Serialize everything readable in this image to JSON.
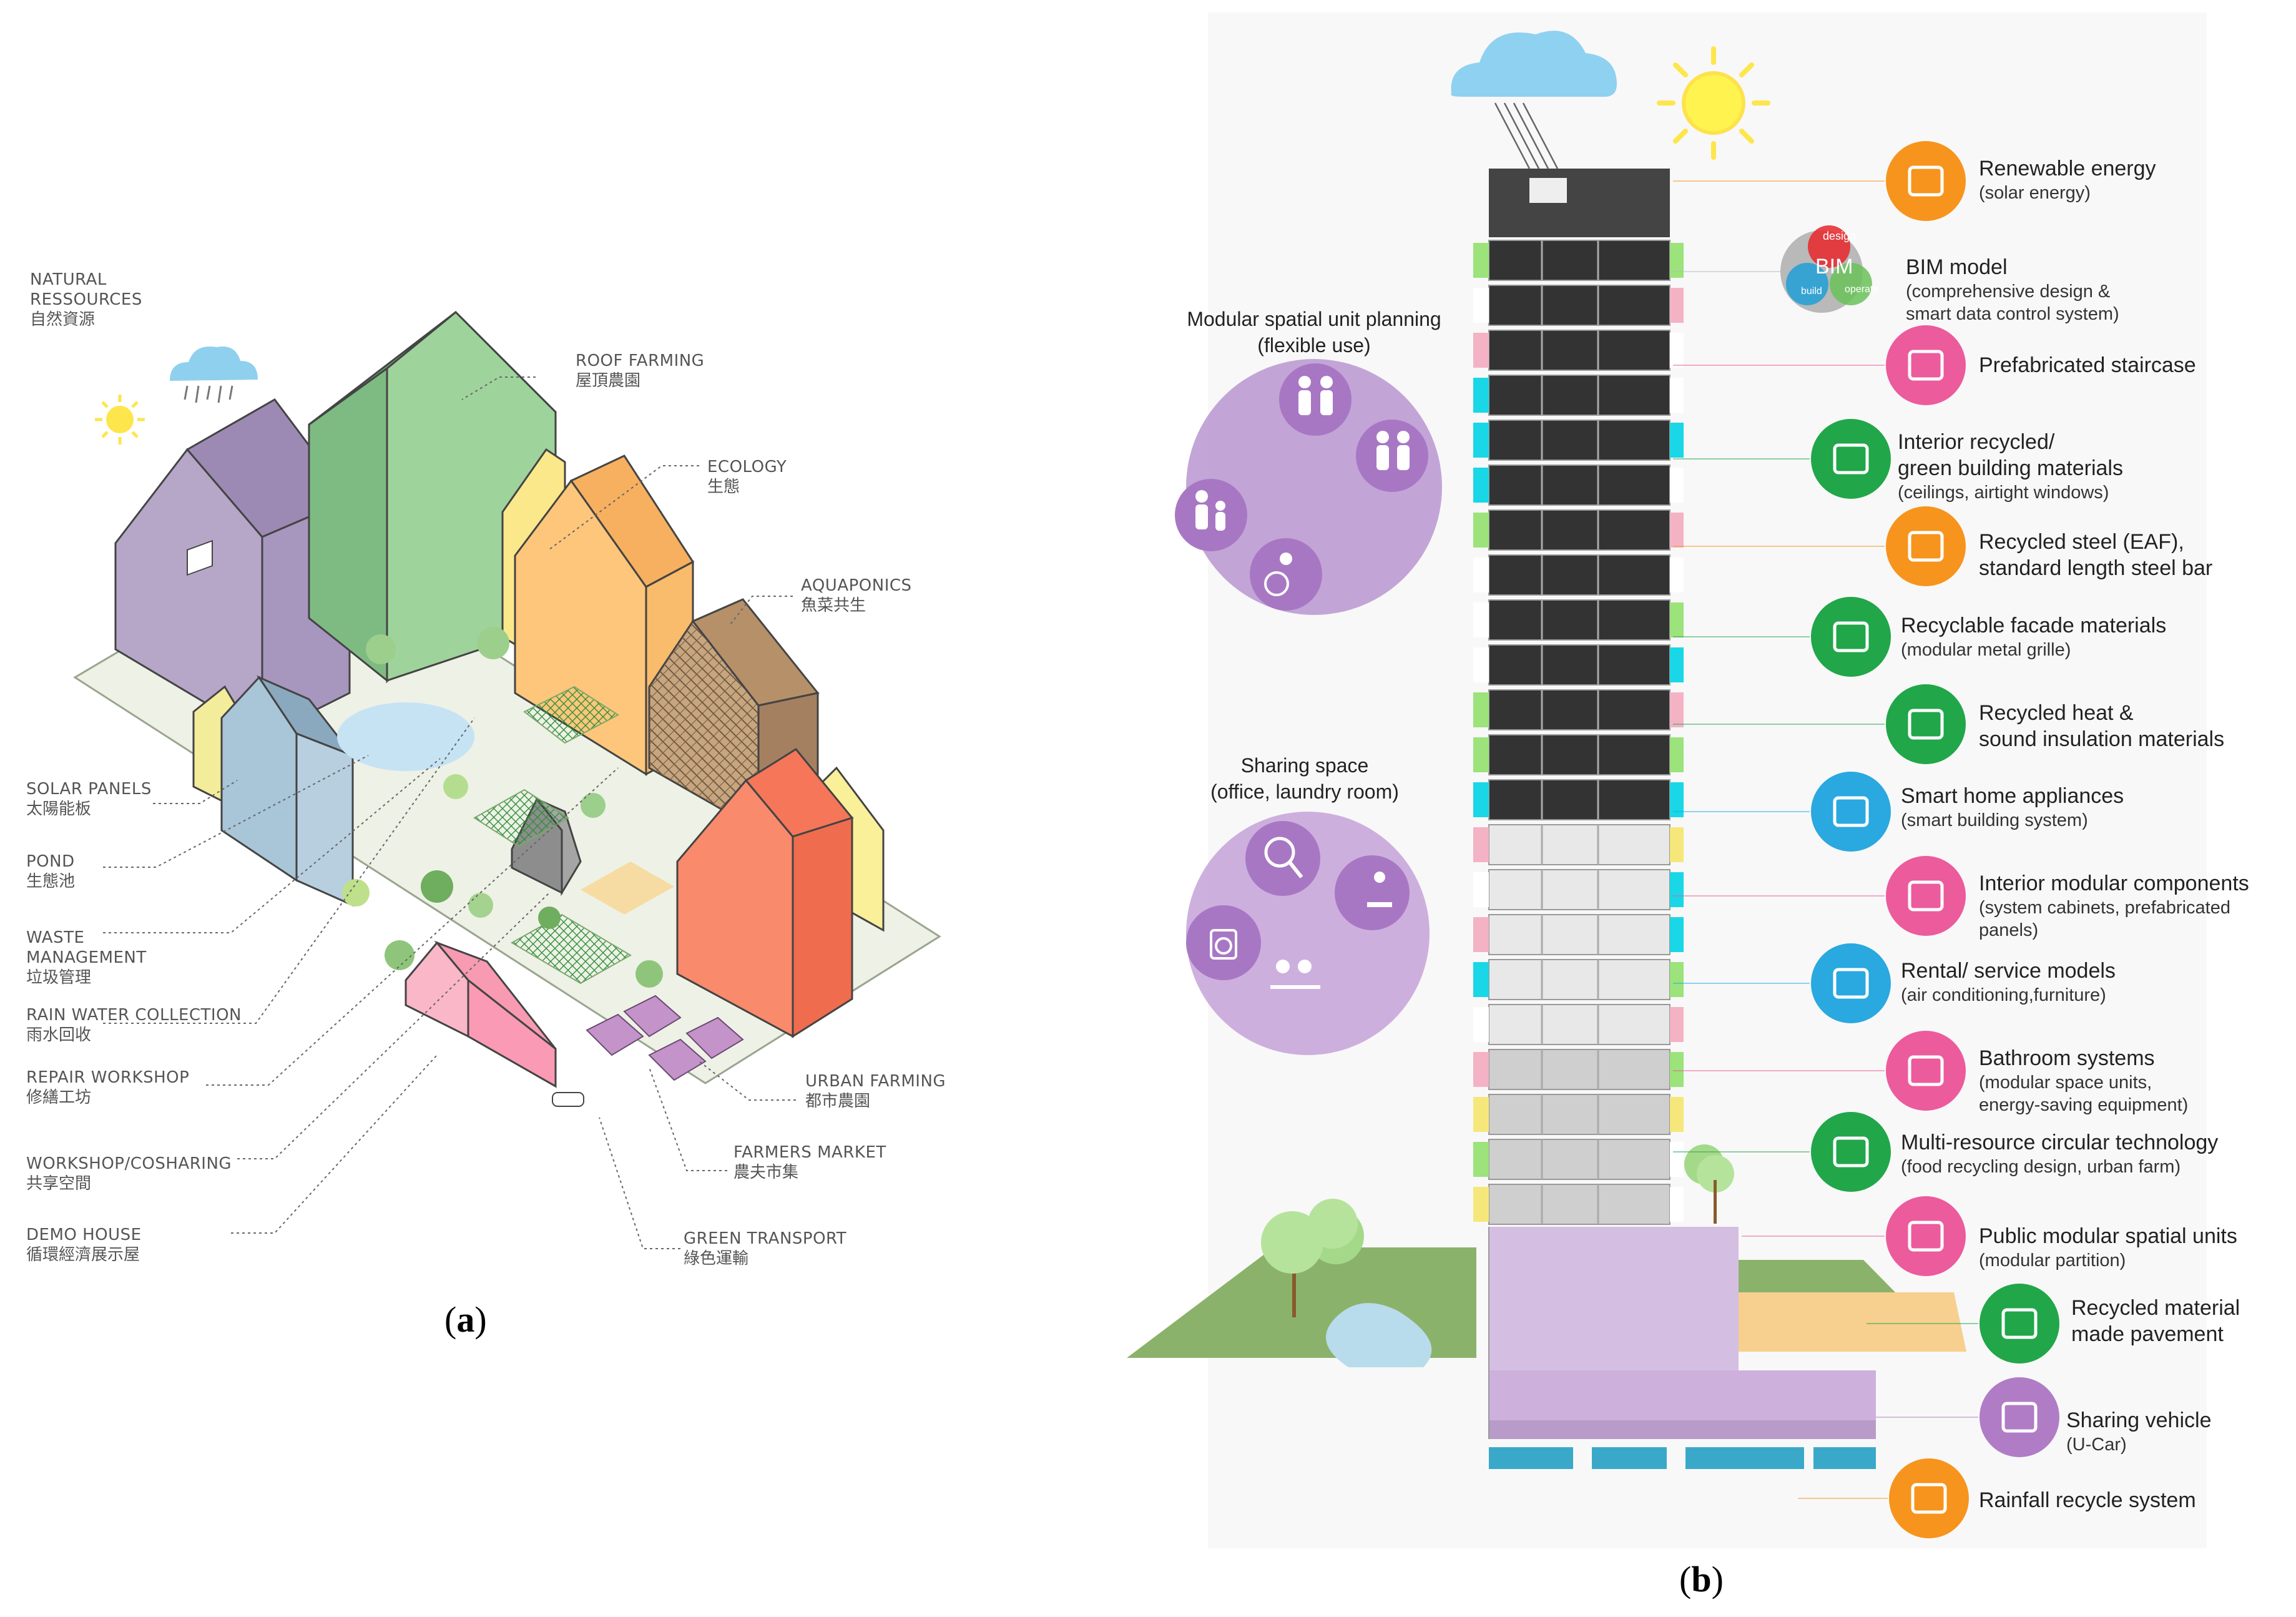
{
  "panel_a": {
    "caption": {
      "open": "(",
      "letter": "a",
      "close": ")"
    },
    "labels": [
      {
        "en1": "NATURAL",
        "en2": "RESSOURCES",
        "zh": "自然資源"
      },
      {
        "en1": "ROOF FARMING",
        "en2": "",
        "zh": "屋頂農園"
      },
      {
        "en1": "ECOLOGY",
        "en2": "",
        "zh": "生態"
      },
      {
        "en1": "AQUAPONICS",
        "en2": "",
        "zh": "魚菜共生"
      },
      {
        "en1": "SOLAR PANELS",
        "en2": "",
        "zh": "太陽能板"
      },
      {
        "en1": "POND",
        "en2": "",
        "zh": "生態池"
      },
      {
        "en1": "WASTE",
        "en2": "MANAGEMENT",
        "zh": "垃圾管理"
      },
      {
        "en1": "RAIN WATER COLLECTION",
        "en2": "",
        "zh": "雨水回收"
      },
      {
        "en1": "REPAIR WORKSHOP",
        "en2": "",
        "zh": "修繕工坊"
      },
      {
        "en1": "WORKSHOP/COSHARING",
        "en2": "",
        "zh": "共享空間"
      },
      {
        "en1": "DEMO HOUSE",
        "en2": "",
        "zh": "循環經濟展示屋"
      },
      {
        "en1": "URBAN FARMING",
        "en2": "",
        "zh": "都市農園"
      },
      {
        "en1": "FARMERS MARKET",
        "en2": "",
        "zh": "農夫市集"
      },
      {
        "en1": "GREEN TRANSPORT",
        "en2": "",
        "zh": "綠色運輸"
      }
    ]
  },
  "panel_b": {
    "caption": {
      "open": "(",
      "letter": "b",
      "close": ")"
    },
    "modular_planning": {
      "title1": "Modular spatial unit planning",
      "title2": "(flexible use)"
    },
    "sharing_space": {
      "title1": "Sharing space",
      "title2": "(office, laundry room)"
    },
    "bim_bubbles": [
      "design",
      "BIM",
      "build",
      "operate"
    ],
    "features": [
      {
        "title": "Renewable energy",
        "sub": [
          "(solar energy)"
        ],
        "color": "#f7941d",
        "icon": "solar-panel-icon"
      },
      {
        "title": "BIM model",
        "sub": [
          "(comprehensive design &",
          "smart data control system)"
        ],
        "color": "#b9b9b9",
        "icon": "bim-venn-icon"
      },
      {
        "title": "Prefabricated staircase",
        "sub": [],
        "color": "#ec5b9c",
        "icon": "staircase-icon"
      },
      {
        "title": "Interior recycled/",
        "title2": "green building materials",
        "sub": [
          "(ceilings, airtight windows)"
        ],
        "color": "#21a649",
        "icon": "window-icon"
      },
      {
        "title": "Recycled steel (EAF),",
        "title2": "standard length steel bar",
        "sub": [],
        "color": "#f7941d",
        "icon": "steel-bar-icon"
      },
      {
        "title": "Recyclable facade materials",
        "sub": [
          "(modular metal grille)"
        ],
        "color": "#21a649",
        "icon": "facade-grille-icon"
      },
      {
        "title": "Recycled heat &",
        "title2": "sound insulation materials",
        "sub": [],
        "color": "#21a649",
        "icon": "insulation-icon"
      },
      {
        "title": "Smart home appliances",
        "sub": [
          "(smart building system)"
        ],
        "color": "#2aa8e0",
        "icon": "smart-lamp-icon"
      },
      {
        "title": "Interior modular components",
        "sub": [
          "(system cabinets, prefabricated",
          "panels)"
        ],
        "color": "#ec5b9c",
        "icon": "modular-cabinet-icon"
      },
      {
        "title": "Rental/ service models",
        "sub": [
          "(air conditioning,furniture)"
        ],
        "color": "#2aa8e0",
        "icon": "air-conditioner-icon"
      },
      {
        "title": "Bathroom systems",
        "sub": [
          "(modular space units,",
          "energy-saving equipment)"
        ],
        "color": "#ec5b9c",
        "icon": "bathroom-unit-icon"
      },
      {
        "title": "Multi-resource circular technology",
        "sub": [
          "(food recycling design, urban farm)"
        ],
        "color": "#21a649",
        "icon": "fish-bone-icon"
      },
      {
        "title": "Public modular spatial units",
        "sub": [
          "(modular partition)"
        ],
        "color": "#ec5b9c",
        "icon": "partition-icon"
      },
      {
        "title": "Recycled material",
        "title2": "made pavement",
        "sub": [],
        "color": "#21a649",
        "icon": "pavement-icon"
      },
      {
        "title": "Sharing vehicle",
        "sub": [
          "(U-Car)"
        ],
        "color": "#b07cc6",
        "icon": "car-icon"
      },
      {
        "title": "Rainfall recycle system",
        "sub": [],
        "color": "#f7941d",
        "icon": "water-drop-icon"
      }
    ]
  }
}
